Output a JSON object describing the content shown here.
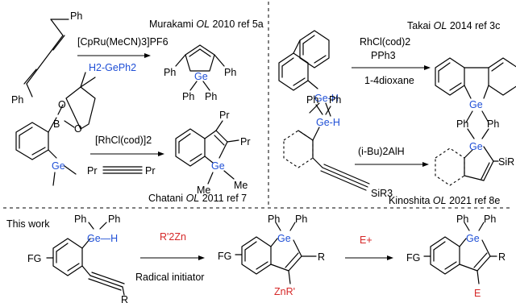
{
  "refs": {
    "murakami": {
      "author": "Murakami ",
      "journal": "OL",
      "rest": " 2010 ref 5a"
    },
    "takai": {
      "author": "Takai ",
      "journal": "OL",
      "rest": " 2014 ref 3c"
    },
    "chatani": {
      "author": "Chatani ",
      "journal": "OL",
      "rest": " 2011 ref 7"
    },
    "kinoshita": {
      "author": "Kinoshita ",
      "journal": "OL",
      "rest": " 2021 ref 8e"
    }
  },
  "labels": {
    "this_work": "This work"
  },
  "reagents": {
    "murakami_cat": "[CpRu(MeCN)3]PF6",
    "murakami_silane": "H2-GePh2",
    "takai_cat": "RhCl(cod)2",
    "takai_ligand": "PPh3",
    "takai_solvent": "1-4dioxane",
    "chatani_cat": "[RhCl(cod)]2",
    "kinoshita_reagent": "(i-Bu)2AlH",
    "work_zinc": "R'2Zn",
    "work_initiator": "Radical initiator",
    "work_electrophile": "E+"
  },
  "atoms": {
    "ph": "Ph",
    "ge": "Ge",
    "geh": "Ge-H",
    "ge_h_dash": "Ge—H",
    "pr": "Pr",
    "me": "Me",
    "b": "B",
    "o": "O",
    "fg": "FG",
    "r": "R",
    "e": "E",
    "znr": "ZnR'",
    "sir3": "SiR3",
    "sir": "SiR"
  },
  "colors": {
    "blue": "#1f4fd6",
    "red": "#d62828",
    "black": "#000000"
  }
}
